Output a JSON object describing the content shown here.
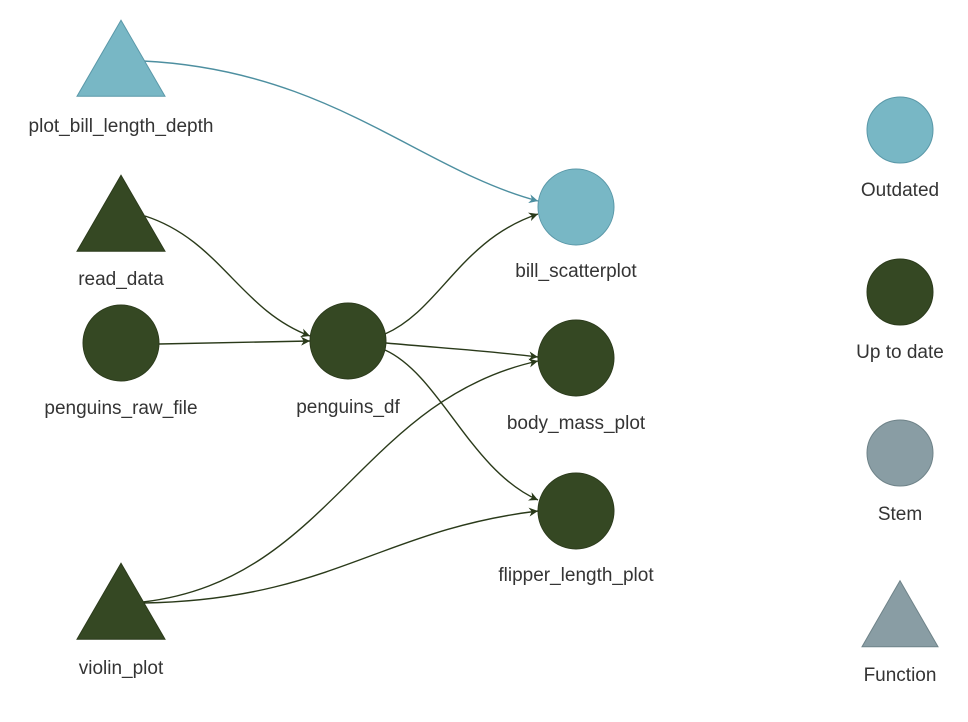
{
  "colors": {
    "outdated": "#78b7c5",
    "outdated_border": "#5a98a8",
    "outdated_edge": "#4d8fa0",
    "uptodate": "#354823",
    "uptodate_border": "#2c3b1c",
    "uptodate_edge": "#2a3a1a",
    "stem": "#899da4",
    "stem_border": "#6f8389",
    "function": "#899da4",
    "label": "#343434"
  },
  "nodes": [
    {
      "id": "plot_bill_length_depth",
      "label": "plot_bill_length_depth",
      "shape": "triangle",
      "status": "outdated"
    },
    {
      "id": "read_data",
      "label": "read_data",
      "shape": "triangle",
      "status": "uptodate"
    },
    {
      "id": "penguins_raw_file",
      "label": "penguins_raw_file",
      "shape": "circle",
      "status": "uptodate"
    },
    {
      "id": "penguins_df",
      "label": "penguins_df",
      "shape": "circle",
      "status": "uptodate"
    },
    {
      "id": "bill_scatterplot",
      "label": "bill_scatterplot",
      "shape": "circle",
      "status": "outdated"
    },
    {
      "id": "body_mass_plot",
      "label": "body_mass_plot",
      "shape": "circle",
      "status": "uptodate"
    },
    {
      "id": "flipper_length_plot",
      "label": "flipper_length_plot",
      "shape": "circle",
      "status": "uptodate"
    },
    {
      "id": "violin_plot",
      "label": "violin_plot",
      "shape": "triangle",
      "status": "uptodate"
    }
  ],
  "edges": [
    {
      "from": "plot_bill_length_depth",
      "to": "bill_scatterplot",
      "status": "outdated"
    },
    {
      "from": "read_data",
      "to": "penguins_df",
      "status": "uptodate"
    },
    {
      "from": "penguins_raw_file",
      "to": "penguins_df",
      "status": "uptodate"
    },
    {
      "from": "penguins_df",
      "to": "bill_scatterplot",
      "status": "uptodate"
    },
    {
      "from": "penguins_df",
      "to": "body_mass_plot",
      "status": "uptodate"
    },
    {
      "from": "penguins_df",
      "to": "flipper_length_plot",
      "status": "uptodate"
    },
    {
      "from": "violin_plot",
      "to": "body_mass_plot",
      "status": "uptodate"
    },
    {
      "from": "violin_plot",
      "to": "flipper_length_plot",
      "status": "uptodate"
    }
  ],
  "legend": [
    {
      "label": "Outdated",
      "shape": "circle",
      "status": "outdated"
    },
    {
      "label": "Up to date",
      "shape": "circle",
      "status": "uptodate"
    },
    {
      "label": "Stem",
      "shape": "circle",
      "status": "stem"
    },
    {
      "label": "Function",
      "shape": "triangle",
      "status": "function"
    }
  ]
}
